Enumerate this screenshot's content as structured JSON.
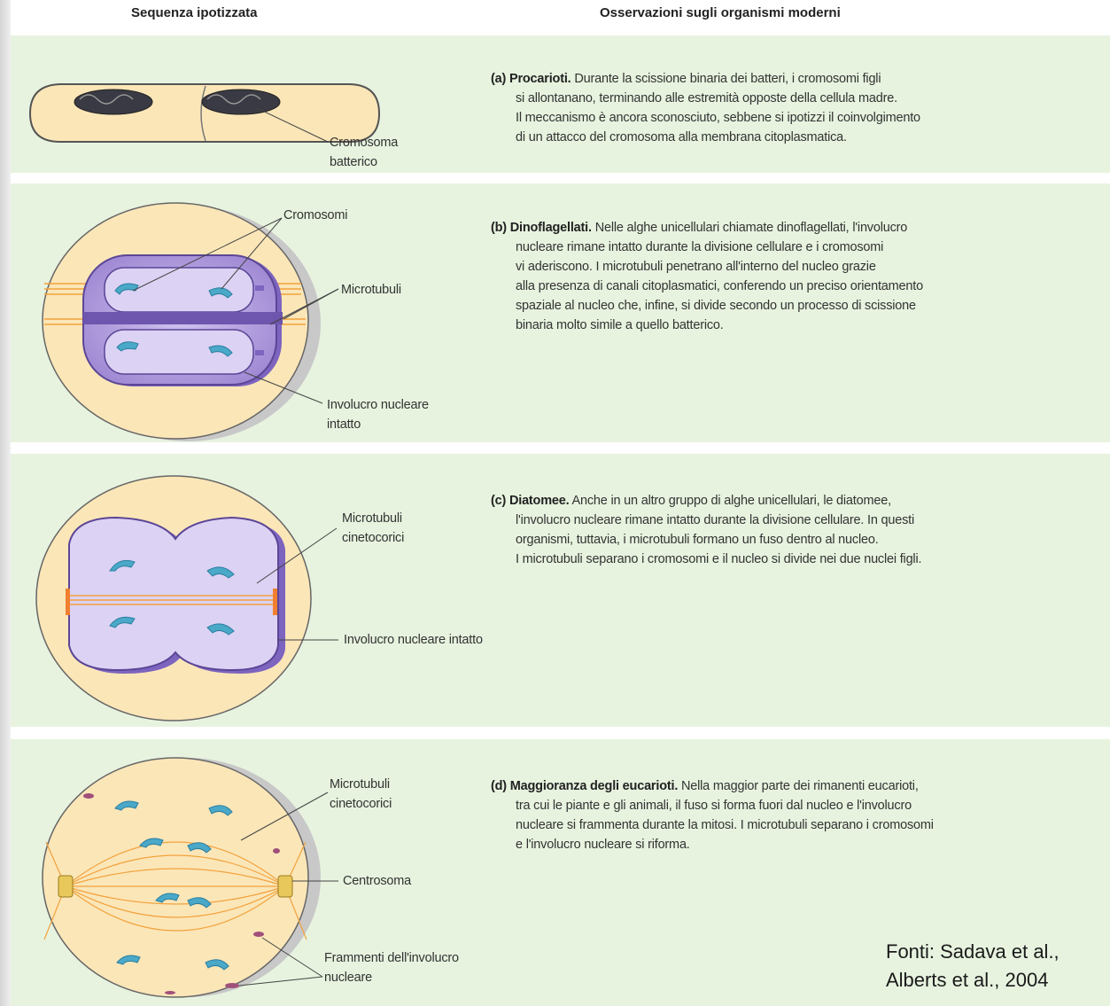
{
  "headers": {
    "left": "Sequenza ipotizzata",
    "right": "Osservazioni sugli organismi moderni"
  },
  "panels": [
    {
      "tag": "(a)",
      "title": "Procarioti.",
      "lines": [
        "Durante la scissione binaria dei batteri, i cromosomi figli",
        "si allontanano, terminando alle estremità opposte della cellula madre.",
        "Il meccanismo è ancora sconosciuto, sebbene si ipotizzi il coinvolgimento",
        "di un attacco del cromosoma alla membrana citoplasmatica."
      ],
      "labels": [
        "Cromosoma",
        "batterico"
      ]
    },
    {
      "tag": "(b)",
      "title": "Dinoflagellati.",
      "lines": [
        "Nelle alghe unicellulari chiamate dinoflagellati, l'involucro",
        "nucleare rimane intatto durante la divisione cellulare e i cromosomi",
        "vi aderiscono. I microtubuli penetrano all'interno del nucleo grazie",
        "alla presenza di canali citoplasmatici, conferendo un preciso orientamento",
        "spaziale al nucleo che, infine, si divide secondo un processo di scissione",
        "binaria molto simile a quello batterico."
      ],
      "labels": [
        "Cromosomi",
        "Microtubuli",
        "Involucro nucleare",
        "intatto"
      ]
    },
    {
      "tag": "(c)",
      "title": "Diatomee.",
      "lines": [
        "Anche in un altro gruppo di alghe unicellulari, le diatomee,",
        "l'involucro nucleare rimane intatto durante la divisione cellulare. In questi",
        "organismi, tuttavia, i microtubuli formano un fuso dentro al nucleo.",
        "I microtubuli separano i cromosomi e il nucleo si divide nei due nuclei figli."
      ],
      "labels": [
        "Microtubuli",
        "cinetocorici",
        "Involucro nucleare intatto"
      ]
    },
    {
      "tag": "(d)",
      "title": "Maggioranza degli eucarioti.",
      "lines": [
        "Nella maggior parte dei rimanenti eucarioti,",
        "tra cui le piante e gli animali, il fuso si forma fuori dal nucleo e l'involucro",
        "nucleare si frammenta durante la mitosi. I microtubuli separano i cromosomi",
        "e l'involucro nucleare si riforma."
      ],
      "labels": [
        "Microtubuli",
        "cinetocorici",
        "Centrosoma",
        "Frammenti dell'involucro",
        "nucleare"
      ]
    }
  ],
  "source": [
    "Fonti: Sadava et al.,",
    "Alberts et al., 2004"
  ],
  "colors": {
    "panel_bg": "#e7f3df",
    "cytoplasm": "#fbe6b8",
    "nucleus": "#a892d8",
    "chromosome": "#4aa8c8",
    "spindle": "#f2a23c"
  }
}
